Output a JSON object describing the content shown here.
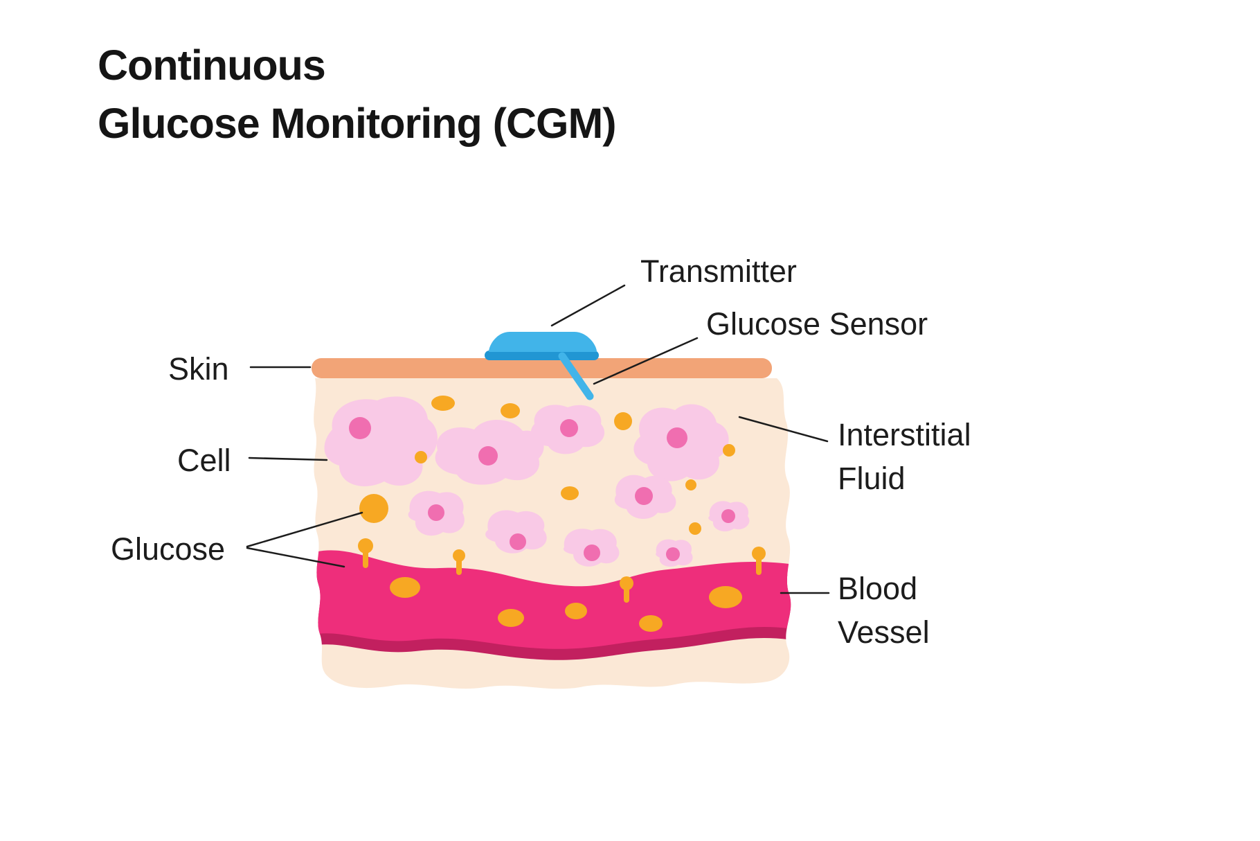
{
  "title": {
    "line1": "Continuous",
    "line2": "Glucose Monitoring (CGM)"
  },
  "labels": {
    "transmitter": "Transmitter",
    "glucose_sensor": "Glucose Sensor",
    "skin": "Skin",
    "cell": "Cell",
    "glucose": "Glucose",
    "interstitial_fluid": "Interstitial\nFluid",
    "blood_vessel": "Blood\nVessel"
  },
  "colors": {
    "background": "#ffffff",
    "text": "#1c1c1c",
    "leader_line": "#1c1c1c",
    "skin": "#f2a477",
    "tissue": "#fbe8d6",
    "cell": "#f9c9e6",
    "cell_nucleus": "#f06eb0",
    "glucose": "#f7a823",
    "vessel": "#ee2e7b",
    "vessel_shadow": "#c2205f",
    "transmitter": "#41b4e9",
    "transmitter_base": "#2196d3",
    "sensor": "#41b4e9"
  }
}
